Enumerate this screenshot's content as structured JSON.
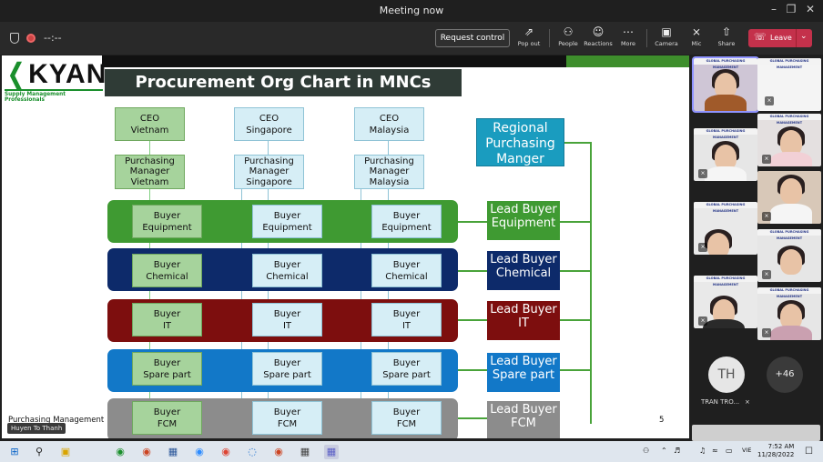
{
  "window": {
    "title": "Meeting now"
  },
  "meeting": {
    "timer": "--:--",
    "request_control": "Request control",
    "tools": [
      {
        "icon": "pop-out-icon",
        "label": "Pop out"
      },
      {
        "icon": "people-icon",
        "label": "People"
      },
      {
        "icon": "reactions-icon",
        "label": "Reactions"
      },
      {
        "icon": "more-icon",
        "label": "More"
      },
      {
        "icon": "camera-icon",
        "label": "Camera"
      },
      {
        "icon": "mic-icon",
        "label": "Mic"
      },
      {
        "icon": "share-icon",
        "label": "Share"
      }
    ],
    "leave": "Leave",
    "leave_color": "#c4314b"
  },
  "slide": {
    "logo_text": "KYAN",
    "logo_sub": "Supply Management Professionals",
    "title": "Procurement Org Chart in MNCs",
    "ceos": [
      {
        "line1": "CEO",
        "line2": "Vietnam"
      },
      {
        "line1": "CEO",
        "line2": "Singapore"
      },
      {
        "line1": "CEO",
        "line2": "Malaysia"
      }
    ],
    "managers": [
      {
        "line1": "Purchasing",
        "line2": "Manager",
        "line3": "Vietnam"
      },
      {
        "line1": "Purchasing",
        "line2": "Manager",
        "line3": "Singapore"
      },
      {
        "line1": "Purchasing",
        "line2": "Manager",
        "line3": "Malaysia"
      }
    ],
    "regional": "Regional Purchasing Manger",
    "rows": [
      {
        "category": "Equipment",
        "color": "#3f9a32",
        "lead": "Lead Buyer Equipment"
      },
      {
        "category": "Chemical",
        "color": "#0d2a6a",
        "lead": "Lead Buyer Chemical"
      },
      {
        "category": "IT",
        "color": "#7d0e0e",
        "lead": "Lead Buyer IT"
      },
      {
        "category": "Spare part",
        "color": "#1278c8",
        "lead": "Lead Buyer Spare part"
      },
      {
        "category": "FCM",
        "color": "#8c8c8c",
        "lead": "Lead Buyer FCM"
      }
    ],
    "buyer_word": "Buyer",
    "footer": "Purchasing Management",
    "page": "5"
  },
  "presenter_tag": "Huyen To Thanh",
  "gallery": {
    "tile_header": "GLOBAL PURCHASING MANAGEMENT",
    "participant_initials": "TH",
    "participant_name": "TRAN TRO...",
    "more_count": "+46"
  },
  "taskbar": {
    "time": "7:52 AM",
    "date": "11/28/2022",
    "lang": "VIE"
  }
}
